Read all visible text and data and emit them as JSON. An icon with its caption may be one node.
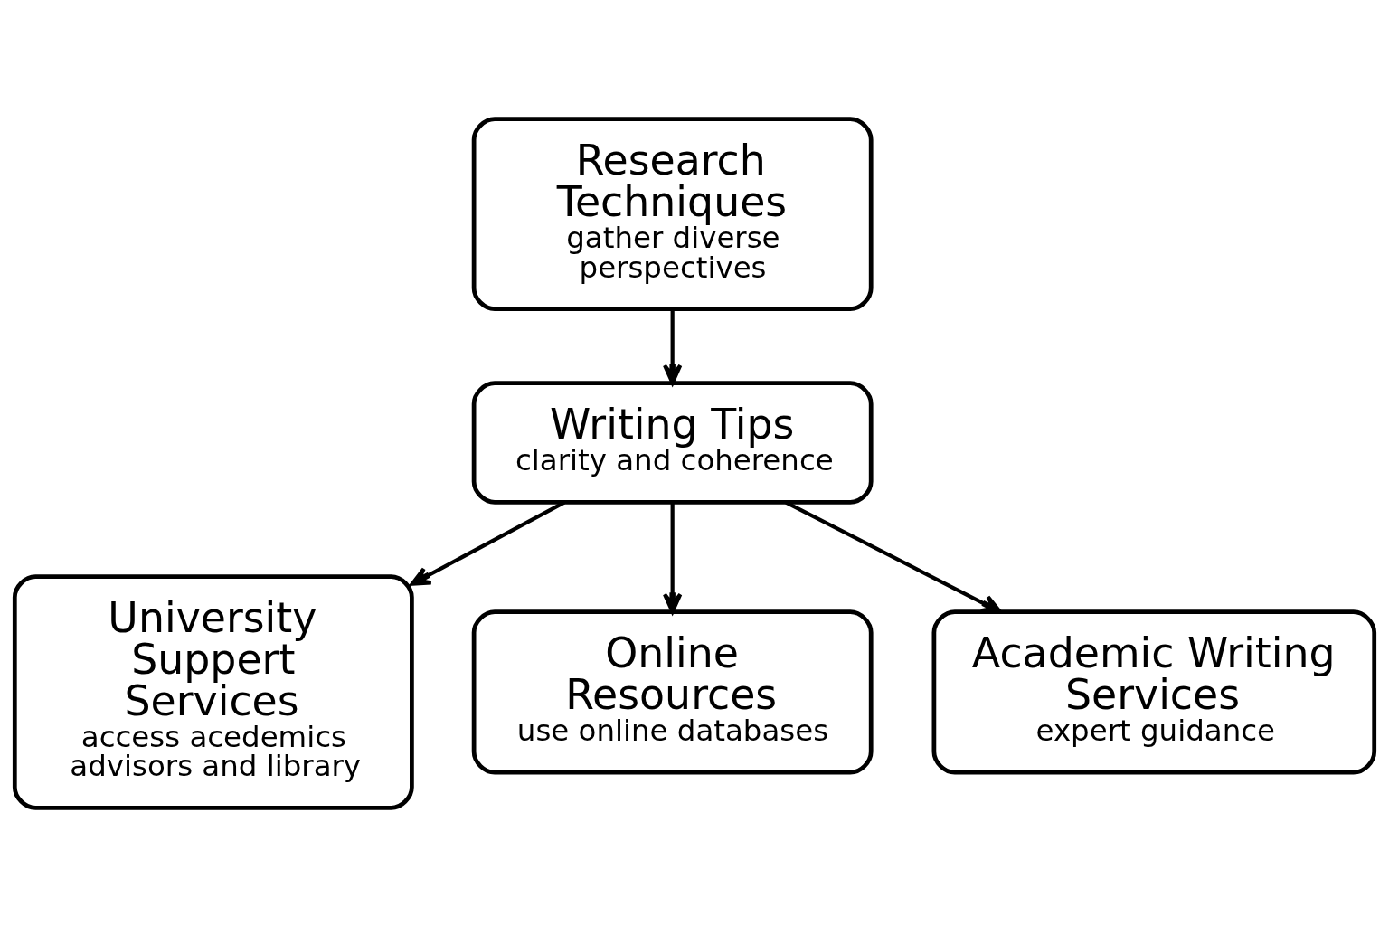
{
  "diagram": {
    "nodes": [
      {
        "text": [
          "Research Techniques",
          "gather diverse perspectives"
        ]
      },
      {
        "text": [
          "Writing Tips",
          "clarity and coherence"
        ]
      },
      {
        "text": [
          "University Suppert Services",
          "access acedemics advisors and library"
        ]
      },
      {
        "text": [
          "Online Resources",
          "use online databases"
        ]
      },
      {
        "text": [
          "Academic Writing Services",
          "expert guidance"
        ]
      }
    ],
    "edges": [
      {
        "from": 0,
        "to": 1,
        "arrow": "to"
      },
      {
        "from": 1,
        "to": 2,
        "arrow": "to"
      },
      {
        "from": 1,
        "to": 3,
        "arrow": "to"
      },
      {
        "from": 1,
        "to": 4,
        "arrow": "to"
      }
    ]
  }
}
